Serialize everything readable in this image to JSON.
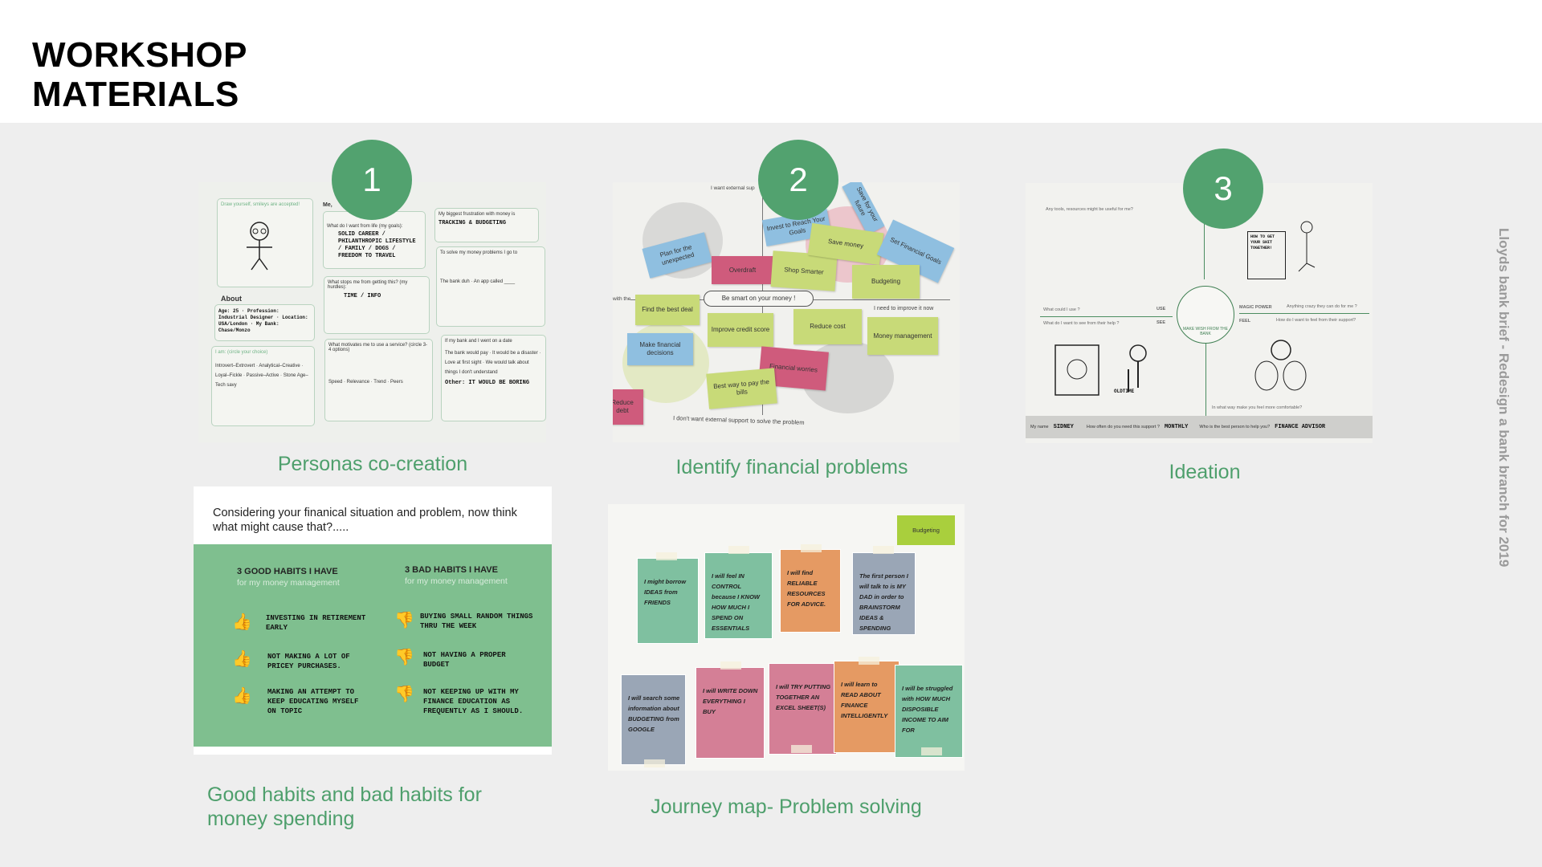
{
  "header": {
    "title_line1": "WORKSHOP",
    "title_line2": "MATERIALS"
  },
  "side_text": "Lloyds bank brief - Redesign a bank branch for 2019",
  "colors": {
    "accent": "#52a26f",
    "caption": "#4e9f6c",
    "background": "#eeeeee"
  },
  "materials": [
    {
      "step": "1",
      "caption": "Personas co-creation"
    },
    {
      "step": "2",
      "caption": "Identify financial problems"
    },
    {
      "step": "3",
      "caption": "Ideation"
    },
    {
      "caption": "Good habits and bad habits for money spending"
    },
    {
      "caption": "Journey map- Problem solving"
    }
  ],
  "persona_sheet": {
    "draw": "Draw yourself, smileys are accepted!",
    "me": "Me,",
    "goals_q": "What do I want from life (my goals):",
    "goals_a": "SOLID CAREER / PHILANTHROPIC LIFESTYLE / FAMILY / DOGS / FREEDOM TO TRAVEL",
    "hurdles_q": "What stops me from getting this? (my hurdles):",
    "hurdles_a": "TIME / INFO",
    "about": "About",
    "about_a": "Age: 25 · Profession: Industrial Designer · Location: USA/London · My Bank: Chase/Monzo",
    "iam": "I am: (circle your choice)",
    "traits": "Introvert–Extrovert · Analytical–Creative · Loyal–Fickle · Passive–Active · Stone Age–Tech savy",
    "motivates": "What motivates me to use a service? (circle 3-4 options)",
    "motivate_opts": "Speed · Relevance · Trend · Peers",
    "frustration_q": "My biggest frustration with money is",
    "frustration_a": "TRACKING & BUDGETING",
    "solve_q": "To solve my money problems I go to",
    "solve_opts": "The bank duh · An app called ____",
    "date_q": "If my bank and I went on a date",
    "date_opts": "The bank would pay · It would be a disaster · Love at first sight · We would talk about things I don't understand",
    "date_other": "Other: IT WOULD BE BORING"
  },
  "problems_board": {
    "top": "I want external sup",
    "left": "with the",
    "right": "I need to improve it now",
    "bottom": "I don't want external support to solve the problem",
    "center": "Be smart on your money !",
    "notes": [
      "Plan for the unexpected",
      "Overdraft",
      "Shop Smarter",
      "Invest to Reach Your Goals",
      "Save for your future",
      "Save money",
      "Set Financial Goals",
      "Budgeting",
      "Find the best deal",
      "Improve credit score",
      "Reduce cost",
      "Money management",
      "Make financial decisions",
      "Financial worries",
      "Best way to pay the bills",
      "Reduce debt"
    ]
  },
  "ideation_sheet": {
    "tools": "Any tools, resources might be useful for me?",
    "use_q": "What could I use ?",
    "use": "USE",
    "see_q": "What do I want to see from their help ?",
    "see": "SEE",
    "magic": "MAGIC POWER",
    "magic_q": "Anything crazy they can do for me ?",
    "feel": "FEEL",
    "feel_q": "How do I want to feel from their support?",
    "comfort_q": "In what way make you feel more comfortable?",
    "center": "MAKE WISH FROM THE BANK",
    "name_label": "My name",
    "name": "SIDNEY",
    "often_label": "How often do you need this support ?",
    "often": "MONTHLY",
    "who_label": "Who is the best person to help you?",
    "who": "FINANCE ADVISOR",
    "sketch1": "HOW TO GET YOUR SHIT TOGETHER!",
    "sketch2": "OLDTIME"
  },
  "habits_sheet": {
    "question": "Considering your finanical situation and problem, now think what might cause that?.....",
    "good_title": "3 GOOD HABITS I HAVE",
    "bad_title": "3 BAD HABITS I HAVE",
    "subtitle": "for my money management",
    "good": [
      "INVESTING IN RETIREMENT EARLY",
      "NOT MAKING A LOT OF PRICEY PURCHASES.",
      "MAKING AN ATTEMPT TO KEEP EDUCATING MYSELF ON TOPIC"
    ],
    "bad": [
      "BUYING SMALL RANDOM THINGS THRU THE WEEK",
      "NOT HAVING A PROPER BUDGET",
      "NOT KEEPING UP WITH MY FINANCE EDUCATION AS FREQUENTLY AS I SHOULD."
    ]
  },
  "journey_map": {
    "tag": "Budgeting",
    "cards": [
      "I might borrow IDEAS from FRIENDS",
      "I will feel IN CONTROL because I KNOW HOW MUCH I SPEND ON ESSENTIALS",
      "I will find RELIABLE RESOURCES FOR ADVICE.",
      "The first person I will talk to is MY DAD in order to BRAINSTORM IDEAS & SPENDING",
      "I will search some information about BUDGETING from GOOGLE",
      "I will WRITE DOWN EVERYTHING I BUY",
      "I will TRY PUTTING TOGETHER AN EXCEL SHEET(S)",
      "I will learn to READ ABOUT FINANCE INTELLIGENTLY",
      "I will be struggled with HOW MUCH DISPOSIBLE INCOME TO AIM FOR"
    ]
  }
}
